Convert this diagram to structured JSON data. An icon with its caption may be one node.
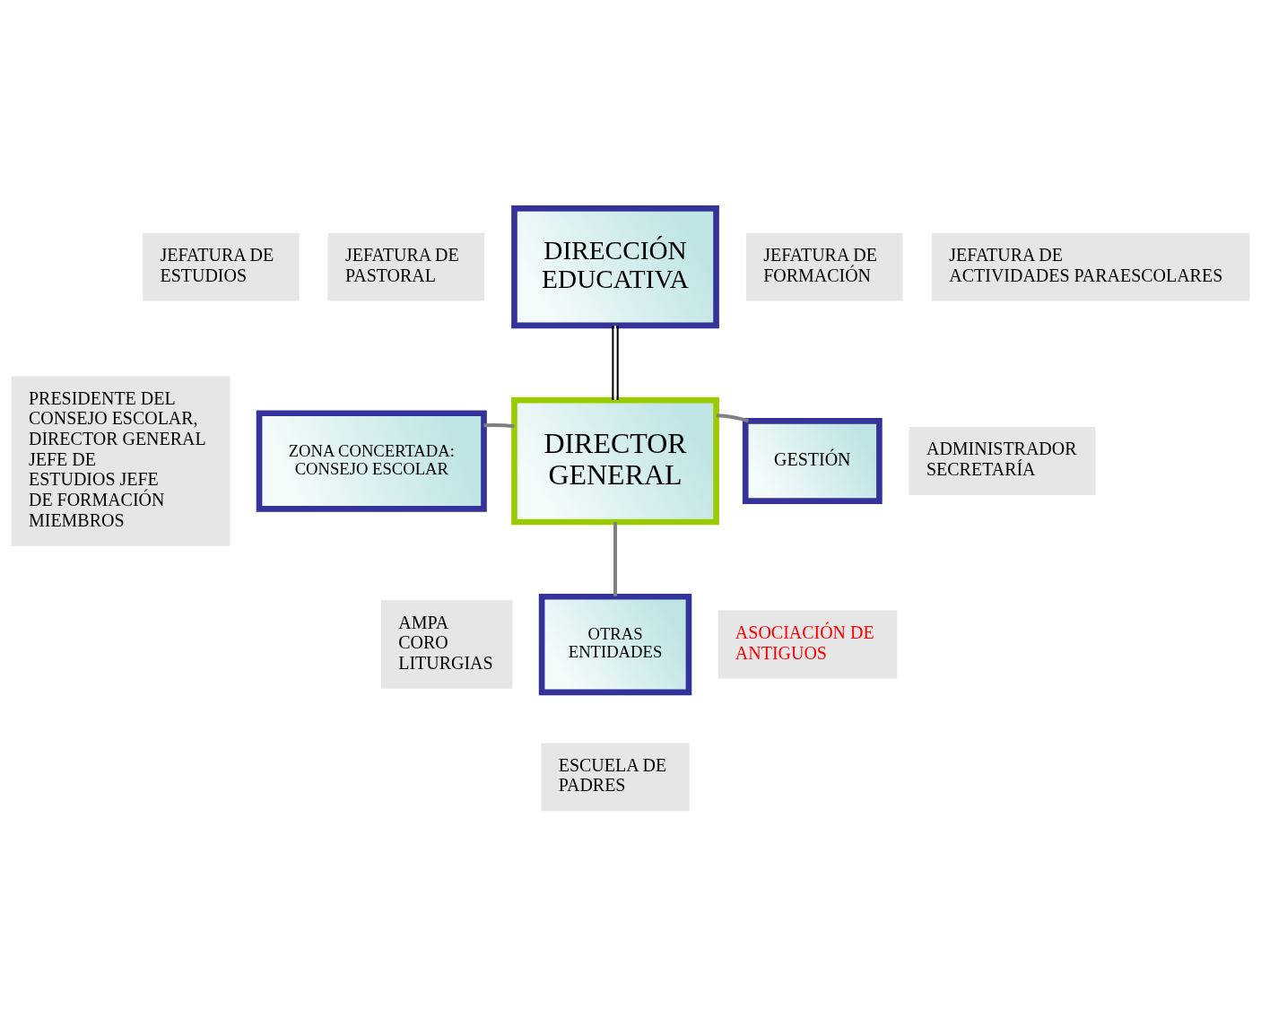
{
  "diagram": {
    "nodes": [
      {
        "text": [
          "DIRECCIÓN EDUCATIVA"
        ]
      },
      {
        "text": [
          "JEFATURA DE ESTUDIOS"
        ]
      },
      {
        "text": [
          "JEFATURA DE PASTORAL"
        ]
      },
      {
        "text": [
          "JEFATURA DE FORMACIÓN"
        ]
      },
      {
        "text": [
          "JEFATURA DE ACTIVIDADES PARAESCOLARES"
        ]
      },
      {
        "text": [
          "PRESIDENTE DEL CONSEJO ESCOLAR, DIRECTOR GENERAL JEFE DE ESTUDIOS JEFE DE FORMACIÓN MIEMBROS"
        ]
      },
      {
        "text": [
          "ZONA CONCERTADA: CONSEJO ESCOLAR"
        ]
      },
      {
        "text": [
          "DIRECTOR GENERAL"
        ]
      },
      {
        "text": [
          "GESTIÓN"
        ]
      },
      {
        "text": [
          "ADMINISTRADOR SECRETARÍA"
        ]
      },
      {
        "text": [
          "AMPA CORO LITURGIAS"
        ]
      },
      {
        "text": [
          "OTRAS ENTIDADES"
        ]
      },
      {
        "text": [
          "ASOCIACIÓN DE ANTIGUOS"
        ]
      },
      {
        "text": [
          "ESCUELA DE PADRES"
        ]
      }
    ],
    "edges": [
      {
        "from": 0,
        "to": 7,
        "arrow": "none",
        "color": "#000000"
      },
      {
        "from": 6,
        "to": 7,
        "arrow": "none"
      },
      {
        "from": 7,
        "to": 8,
        "arrow": "none"
      },
      {
        "from": 7,
        "to": 11,
        "arrow": "none"
      }
    ]
  }
}
